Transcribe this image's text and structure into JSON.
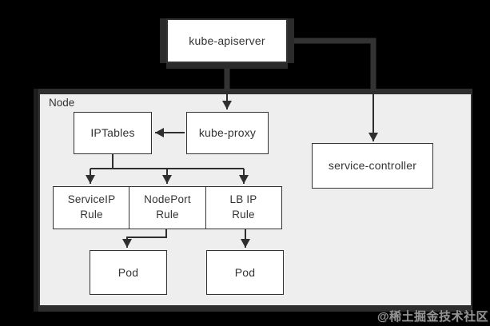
{
  "diagram": {
    "kube_apiserver": "kube-apiserver",
    "node_label": "Node",
    "iptables": "IPTables",
    "kube_proxy": "kube-proxy",
    "service_controller": "service-controller",
    "serviceip_rule": "ServiceIP\nRule",
    "nodeport_rule": "NodePort\nRule",
    "lbip_rule": "LB IP\nRule",
    "pod_left": "Pod",
    "pod_right": "Pod"
  },
  "watermark": "@稀土掘金技术社区",
  "colors": {
    "background": "#000000",
    "node_fill": "#eeeeee",
    "box_fill": "#ffffff",
    "border": "#333333",
    "connector_thick": "#333333",
    "connector_thin": "#2e2e2e",
    "text": "#333333",
    "watermark": "#949494"
  }
}
